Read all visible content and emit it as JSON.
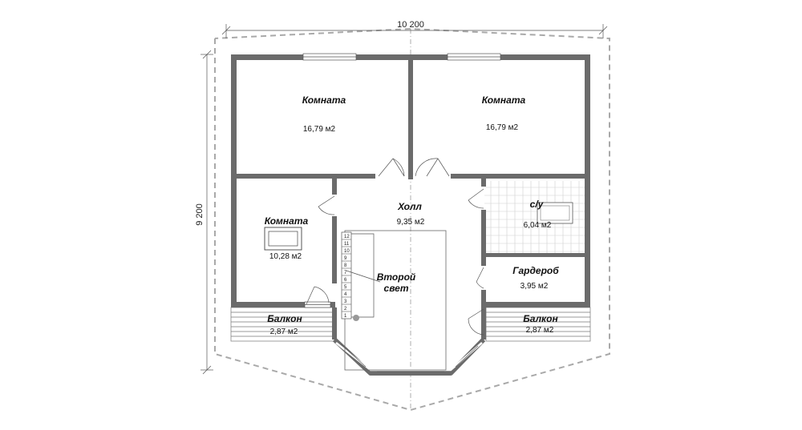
{
  "plan": {
    "overall_width": "10 200",
    "overall_height": "9 200",
    "colors": {
      "wall": "#6b6b6b",
      "roof_outline": "#a9a9a9",
      "tile_grid": "#cfcfcf"
    },
    "rooms": {
      "room1": {
        "title": "Комната",
        "area": "16,79 м2"
      },
      "room2": {
        "title": "Комната",
        "area": "16,79 м2"
      },
      "room3": {
        "title": "Комната",
        "area": "10,28 м2"
      },
      "hall": {
        "title": "Холл",
        "area": "9,35 м2"
      },
      "bath": {
        "title": "с/у",
        "area": "6,04 м2"
      },
      "wardrobe": {
        "title": "Гардероб",
        "area": "3,95 м2"
      },
      "second_light": {
        "title_line1": "Второй",
        "title_line2": "свет"
      },
      "balcony_left": {
        "title": "Балкон",
        "area": "2,87 м2"
      },
      "balcony_right": {
        "title": "Балкон",
        "area": "2,87 м2"
      }
    },
    "stair_steps": [
      "1",
      "2",
      "3",
      "4",
      "5",
      "6",
      "7",
      "8",
      "9",
      "10",
      "11",
      "12"
    ]
  }
}
